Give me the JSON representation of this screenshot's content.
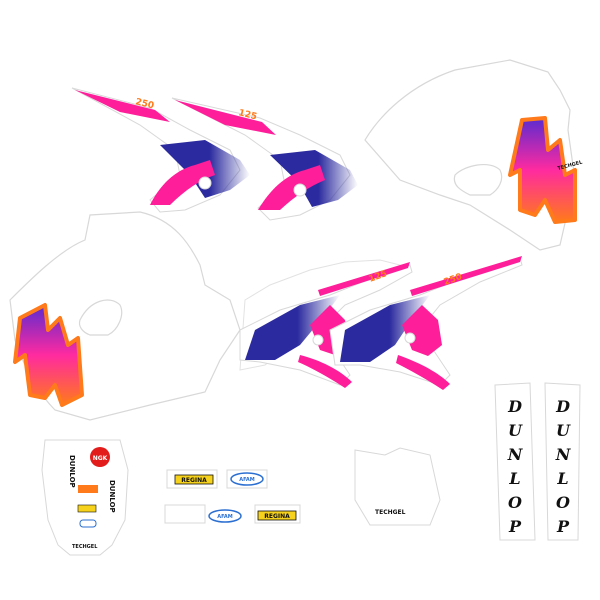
{
  "colors": {
    "magenta": "#ff1e9a",
    "navy": "#2b2a9f",
    "violet": "#7a3cc8",
    "orange": "#ff7a1a",
    "outline": "#d8d8d8",
    "yellow": "#f6d21c",
    "black": "#111111"
  },
  "decals": {
    "shroud_number_1": "250",
    "shroud_number_2": "125",
    "shroud_number_3": "125",
    "shroud_number_4": "250",
    "techgel": "TECHGEL",
    "techgel_front": "TECHGEL",
    "techgel_side": "TECHGEL",
    "dunlop": "DUNLOP",
    "ngk": "NGK",
    "regina": "REGINA",
    "afam": "AFAM",
    "fork_left": [
      "D",
      "U",
      "N",
      "L",
      "O",
      "P"
    ],
    "fork_right": [
      "D",
      "U",
      "N",
      "L",
      "O",
      "P"
    ]
  }
}
